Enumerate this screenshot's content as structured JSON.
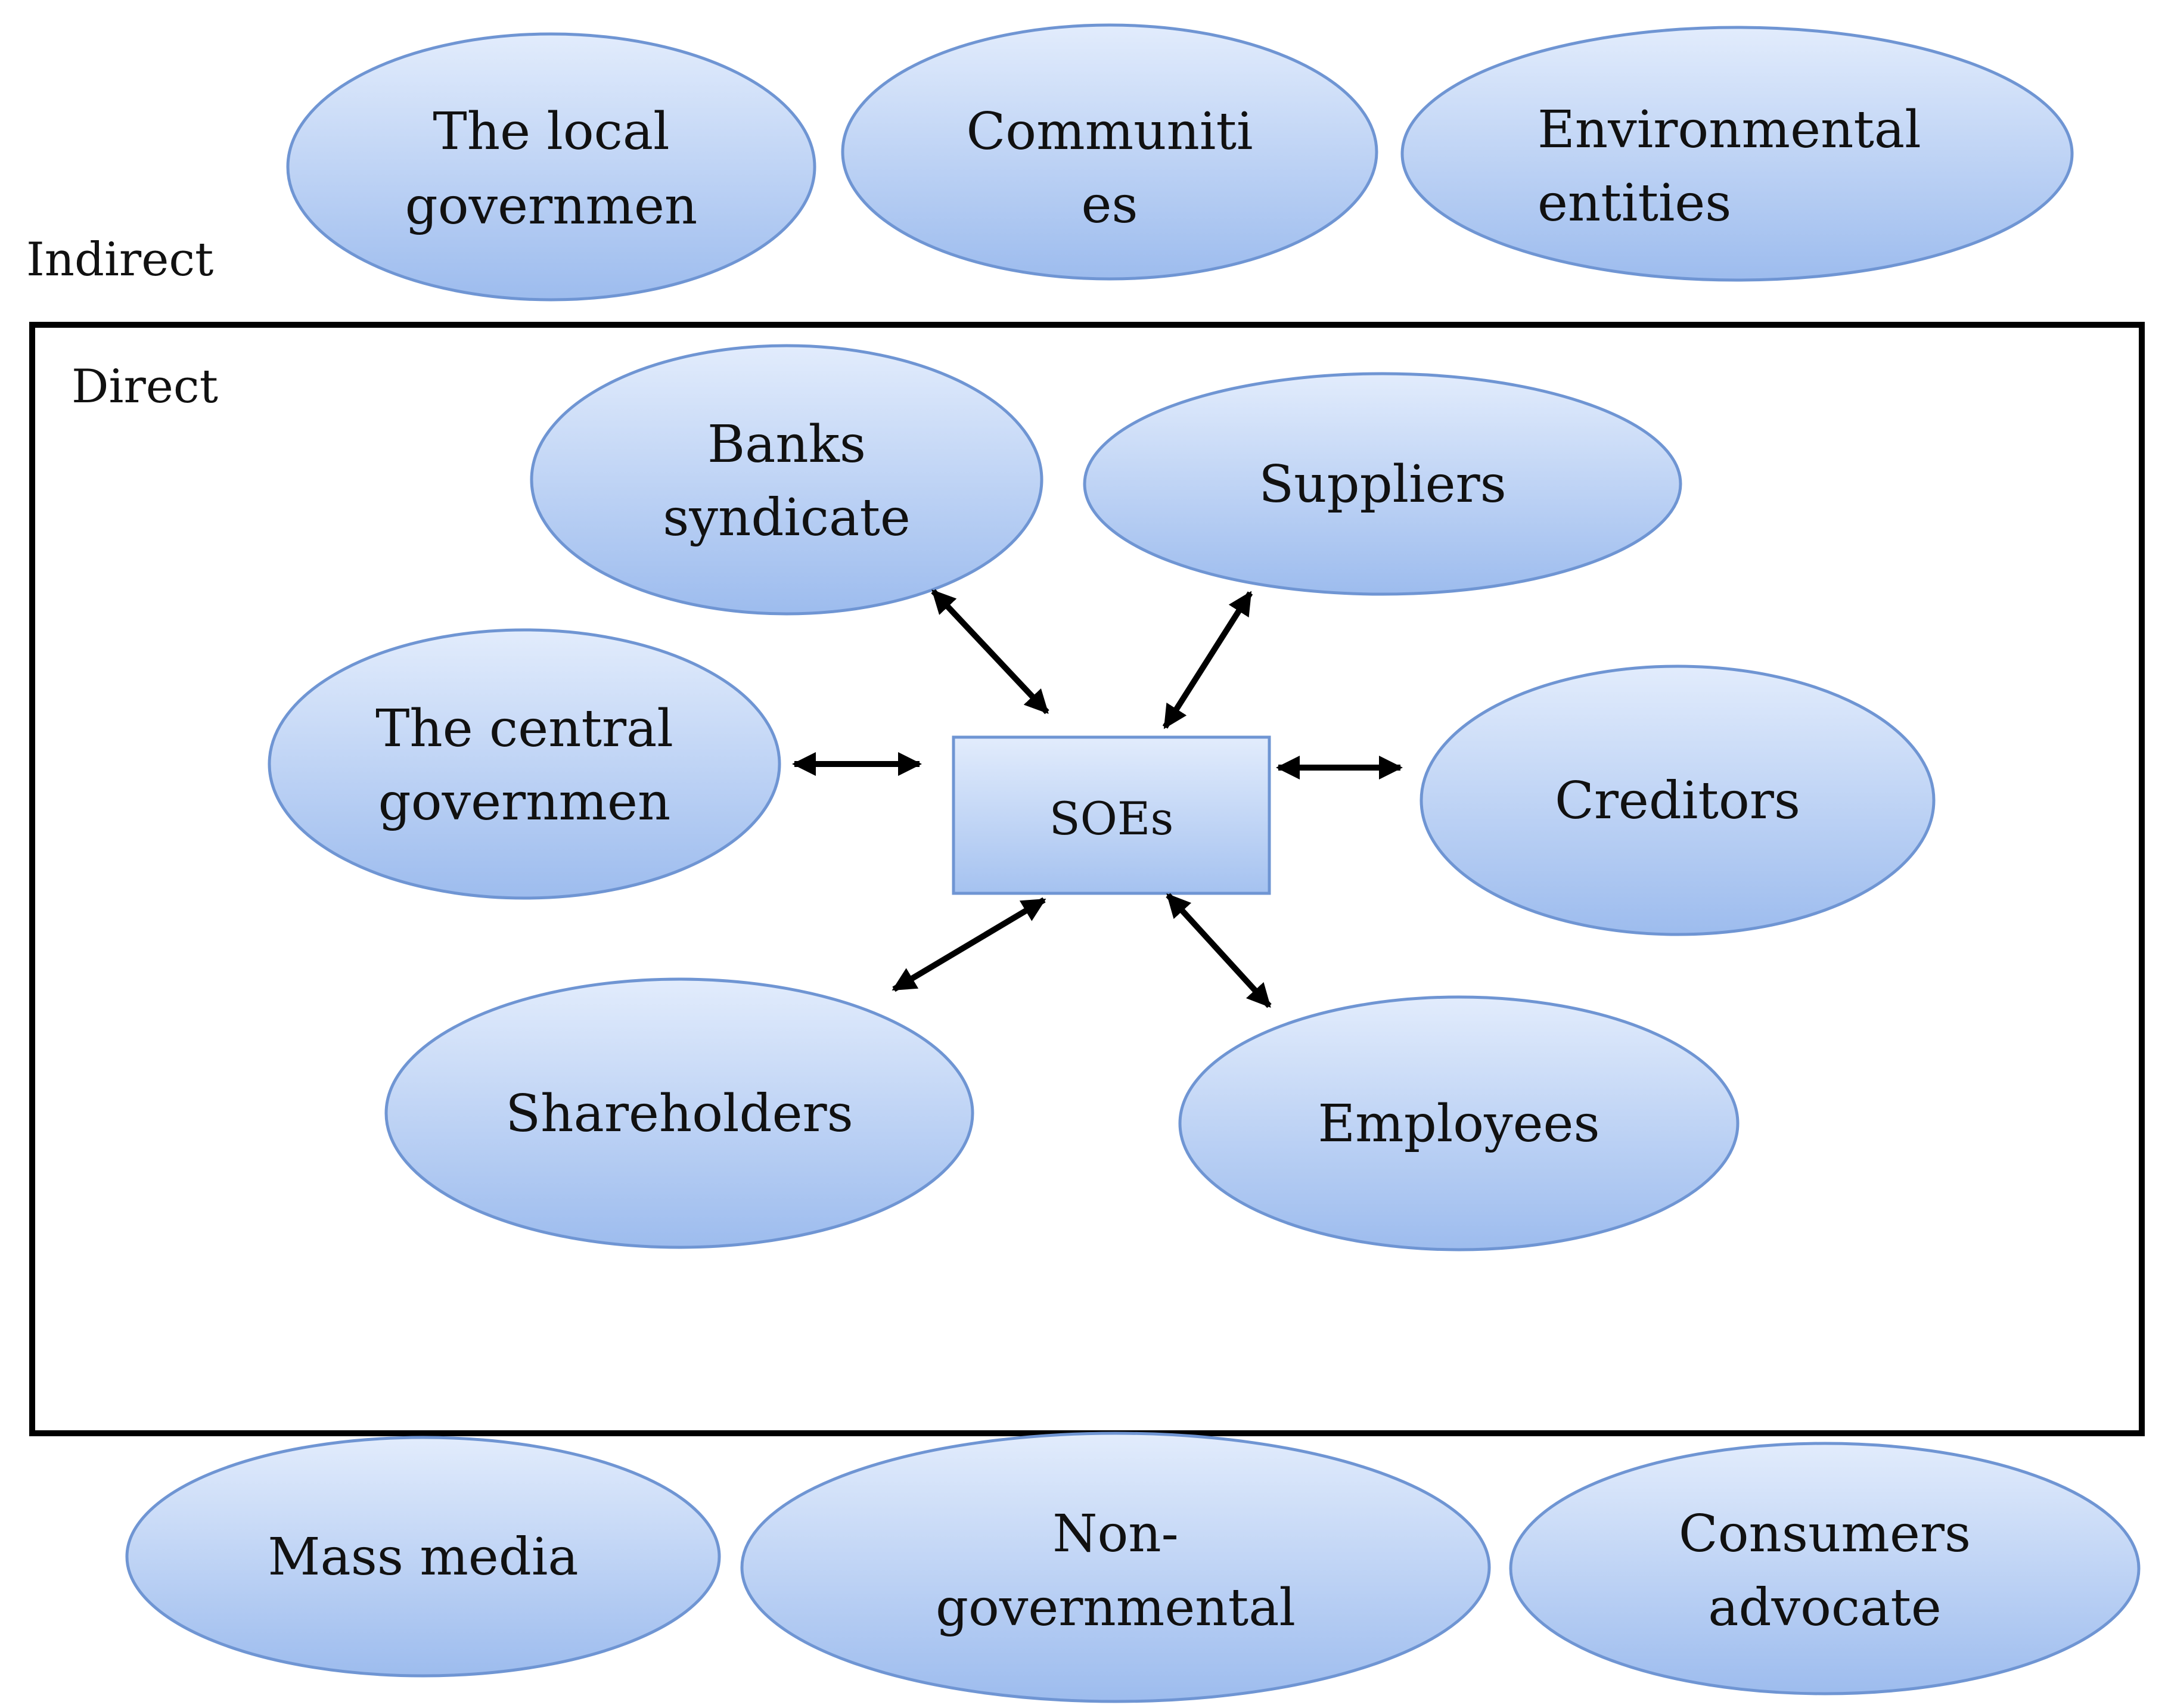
{
  "diagram": {
    "regions": {
      "indirect": "Indirect",
      "direct": "Direct"
    },
    "center": {
      "lines": [
        "SOEs"
      ]
    },
    "indirect_nodes": {
      "local_government": [
        "The local",
        "governmen"
      ],
      "communities": [
        "Communiti",
        "es"
      ],
      "environmental_entities": [
        "Environmental",
        "entities"
      ],
      "mass_media": [
        "Mass media"
      ],
      "non_governmental": [
        "Non-",
        "governmental"
      ],
      "consumers_advocate": [
        "Consumers",
        "advocate"
      ]
    },
    "direct_nodes": {
      "banks_syndicate": [
        "Banks",
        "syndicate"
      ],
      "suppliers": [
        "Suppliers"
      ],
      "central_government": [
        "The central",
        "governmen"
      ],
      "creditors": [
        "Creditors"
      ],
      "shareholders": [
        "Shareholders"
      ],
      "employees": [
        "Employees"
      ]
    },
    "colors": {
      "node_fill_light": "#dde9fb",
      "node_fill_dark": "#9fbeef",
      "node_stroke": "#6f95d3",
      "frame": "#000000",
      "arrow": "#000000"
    }
  }
}
